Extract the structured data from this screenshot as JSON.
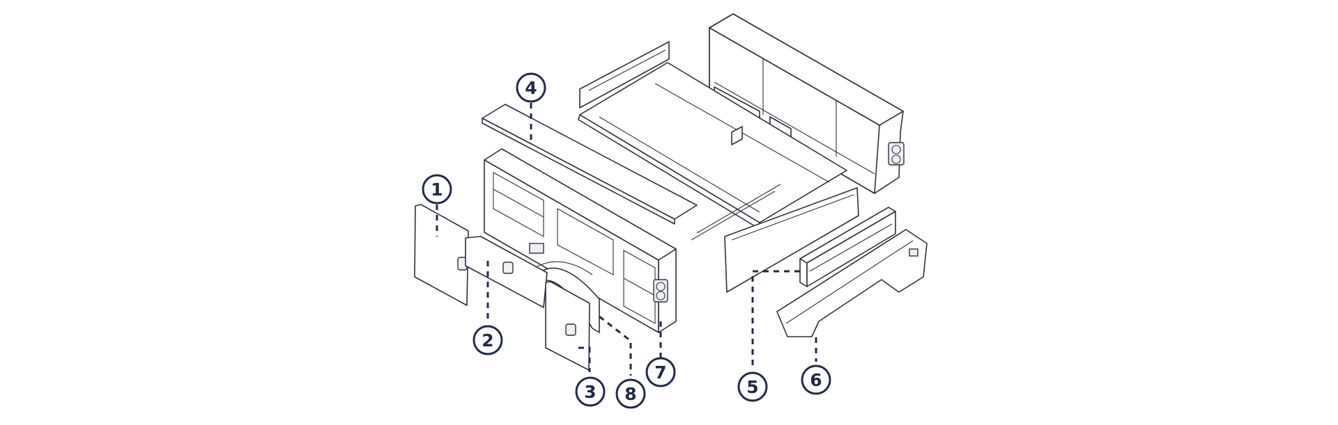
{
  "diagram": {
    "accent_color": "#1f2a44",
    "line_color": "#2a2f3a",
    "callouts": [
      {
        "id": "callout-1",
        "number": "1"
      },
      {
        "id": "callout-2",
        "number": "2"
      },
      {
        "id": "callout-3",
        "number": "3"
      },
      {
        "id": "callout-4",
        "number": "4"
      },
      {
        "id": "callout-5",
        "number": "5"
      },
      {
        "id": "callout-6",
        "number": "6"
      },
      {
        "id": "callout-7",
        "number": "7"
      },
      {
        "id": "callout-8",
        "number": "8"
      }
    ]
  }
}
